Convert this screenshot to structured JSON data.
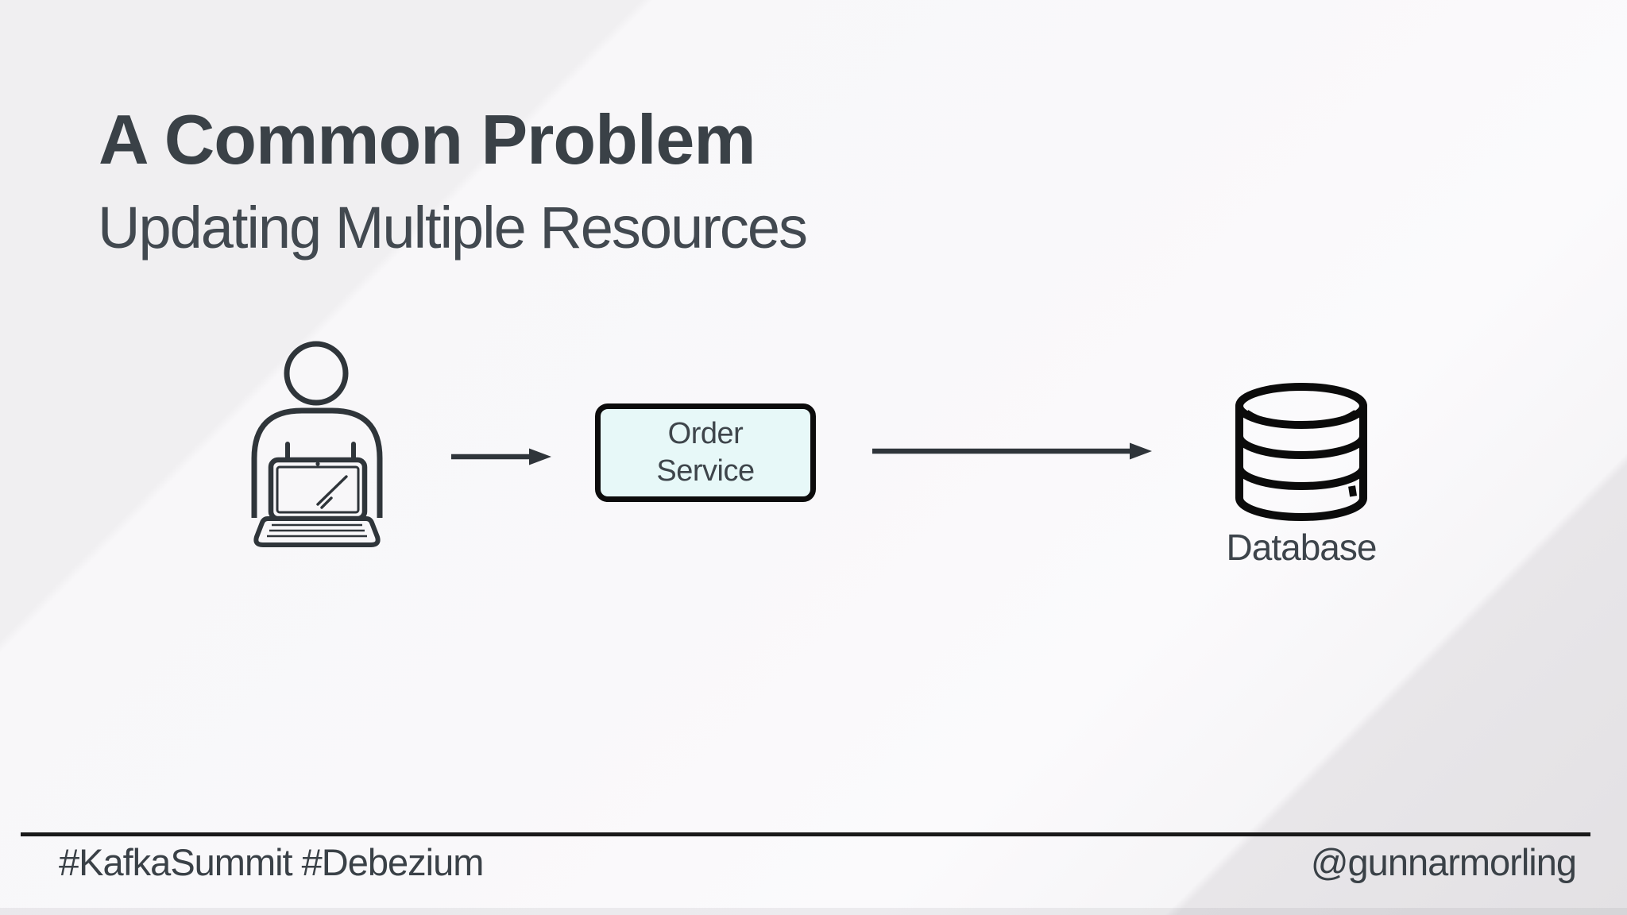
{
  "slide": {
    "title": "A Common Problem",
    "subtitle": "Updating Multiple Resources",
    "footer": {
      "left": "#KafkaSummit #Debezium",
      "right": "@gunnarmorling"
    }
  },
  "diagram": {
    "nodes": [
      {
        "id": "user",
        "icon": "person-laptop-icon",
        "label": ""
      },
      {
        "id": "order-service",
        "type": "service-box",
        "label_line1": "Order",
        "label_line2": "Service"
      },
      {
        "id": "database",
        "icon": "database-icon",
        "label": "Database"
      }
    ],
    "edges": [
      {
        "from": "user",
        "to": "order-service",
        "type": "arrow-right"
      },
      {
        "from": "order-service",
        "to": "database",
        "type": "arrow-right"
      }
    ]
  },
  "colors": {
    "background_light": "#f8f7f9",
    "background_corner_dark": "#e8e6e9",
    "background_topleft": "#f0eff1",
    "text": "#3a4147",
    "icon_stroke": "#2f353a",
    "database_stroke": "#0b0b0b",
    "service_box_fill": "#e7f8f8",
    "service_box_border": "#0c0c0c",
    "footer_divider": "#191919"
  }
}
